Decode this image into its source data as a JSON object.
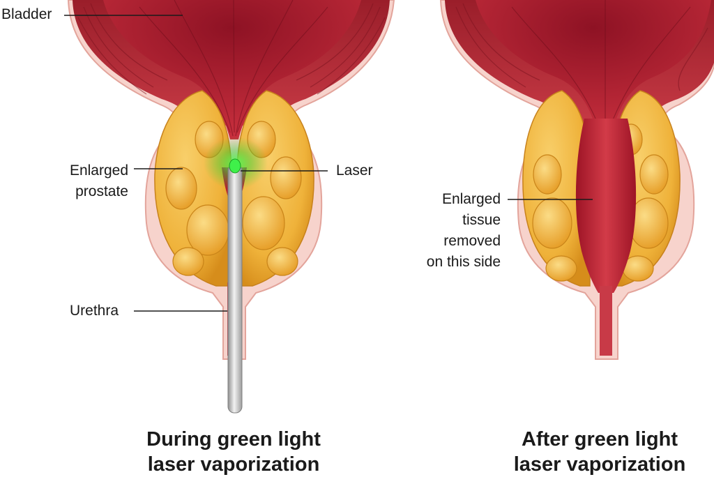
{
  "labels": {
    "bladder": "Bladder",
    "enlarged_prostate": "Enlarged\nprostate",
    "laser": "Laser",
    "urethra": "Urethra",
    "removed": "Enlarged\ntissue\nremoved\non this side"
  },
  "captions": {
    "during": "During green light\nlaser vaporization",
    "after": "After green light\nlaser vaporization"
  },
  "colors": {
    "muscle": "#b8323c",
    "bladder_inner": "#a8182c",
    "wall_outline": "#e9a9a4",
    "prostate": "#f0b43a",
    "prostate_dark": "#d8901c",
    "laser_green": "#22d62a",
    "fiber": "#c9c9c9"
  }
}
